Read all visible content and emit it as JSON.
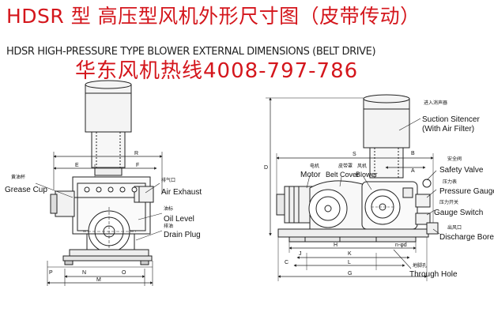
{
  "header": {
    "title_cn": "HDSR 型 高压型风机外形尺寸图（皮带传动）",
    "title_en": "HDSR HIGH-PRESSURE TYPE BLOWER EXTERNAL DIMENSIONS (BELT DRIVE)",
    "hotline": "华东风机热线4008-797-786"
  },
  "left_view": {
    "labels": {
      "grease_cup_cn": "黄油杯",
      "grease_cup": "Grease Cup",
      "air_exhaust_cn": "排气口",
      "air_exhaust": "Air Exhaust",
      "oil_level_cn": "油标",
      "oil_level": "Oil Level",
      "drain_plug_cn": "排油",
      "drain_plug": "Drain Plug"
    },
    "dims": {
      "R": "R",
      "E": "E",
      "F": "F",
      "P": "P",
      "N": "N",
      "O": "O",
      "M": "M"
    }
  },
  "right_view": {
    "labels": {
      "suction_silencer_cn": "进入消声器",
      "suction_silencer_1": "Suction Sitencer",
      "suction_silencer_2": "(With Air Filter)",
      "motor_cn": "电机",
      "motor": "Motor",
      "belt_cover_cn": "皮带罩",
      "belt_cover": "Belt Cover",
      "blower_cn": "风机",
      "blower": "Blower",
      "safety_valve_cn": "安全阀",
      "safety_valve": "Safety Valve",
      "pressure_gauge_cn": "压力表",
      "pressure_gauge": "Pressure Gauge",
      "gauge_switch_cn": "压力开关",
      "gauge_switch": "Gauge Switch",
      "discharge_bore_cn": "出风口",
      "discharge_bore": "Discharge Bore",
      "through_hole_cn": "地脚孔",
      "through_hole": "Through Hole"
    },
    "dims": {
      "D": "D",
      "S": "S",
      "A": "A",
      "B": "B",
      "H": "H",
      "J": "J",
      "K": "K",
      "L": "L",
      "G": "G",
      "C": "C",
      "n_holes": "n-φd"
    }
  }
}
